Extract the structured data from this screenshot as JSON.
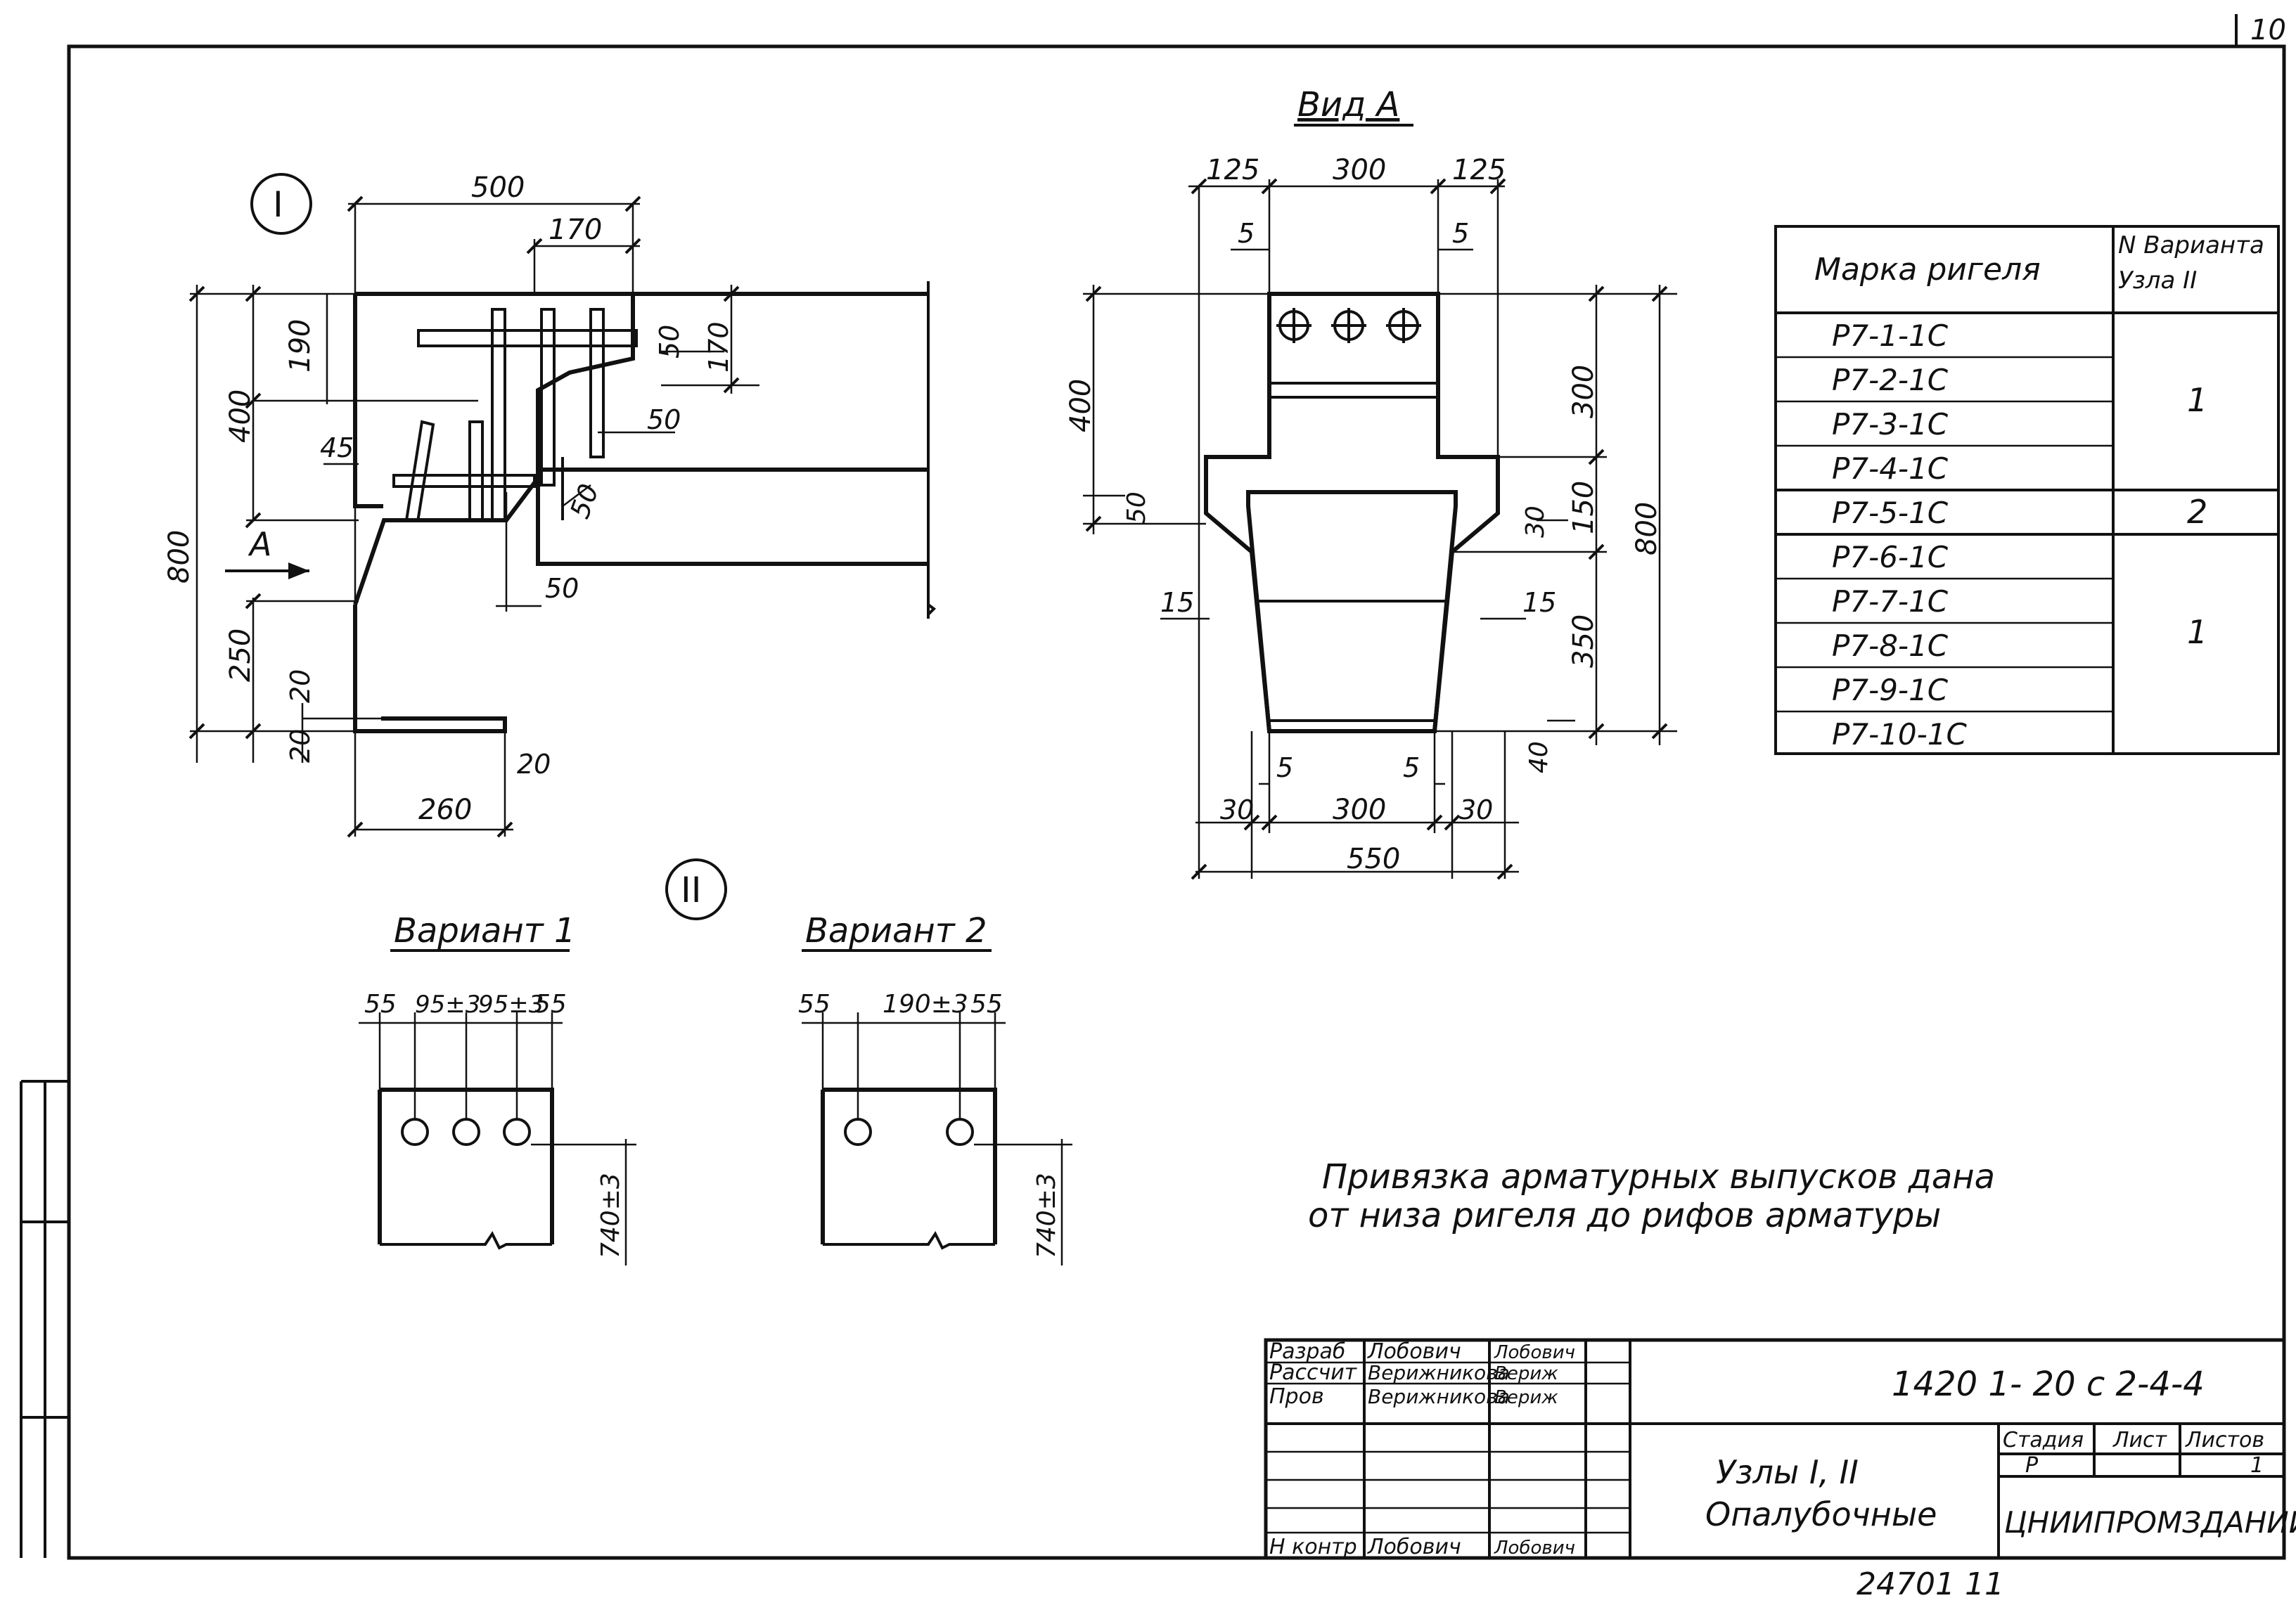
{
  "sheet_number": "10",
  "node_labels": {
    "node1": "I",
    "node2": "II"
  },
  "view_a_title": "Вид А",
  "view_arrow_label": "А",
  "node1_dims": {
    "d500": "500",
    "d170a": "170",
    "d190": "190",
    "d50a": "50",
    "d170b": "170",
    "d400": "400",
    "d50b": "50",
    "d45": "45",
    "d50c": "50",
    "d800": "800",
    "d50d": "50",
    "d250": "250",
    "d20a": "20",
    "d20b": "20",
    "d20c": "20",
    "d260": "260"
  },
  "view_a_dims": {
    "d125a": "125",
    "d300top": "300",
    "d125b": "125",
    "d5a": "5",
    "d5b": "5",
    "d400": "400",
    "d50": "50",
    "d15a": "15",
    "d300r": "300",
    "d150": "150",
    "d30a": "30",
    "d800": "800",
    "d15b": "15",
    "d350": "350",
    "d40": "40",
    "d5c": "5",
    "d5d": "5",
    "d30b": "30",
    "d300bot": "300",
    "d30c": "30",
    "d550": "550"
  },
  "variant1": {
    "title": "Вариант 1",
    "d55a": "55",
    "d95a": "95±3",
    "d95b": "95±3",
    "d55b": "55",
    "dh": "740±3"
  },
  "variant2": {
    "title": "Вариант 2",
    "d55a": "55",
    "d190": "190±3",
    "d55b": "55",
    "dh": "740±3"
  },
  "table": {
    "col1_header": "Марка ригеля",
    "col2_header_line1": "N Варианта",
    "col2_header_line2": "Узла II",
    "rows": [
      "Р7-1-1С",
      "Р7-2-1С",
      "Р7-3-1С",
      "Р7-4-1С",
      "Р7-5-1С",
      "Р7-6-1С",
      "Р7-7-1С",
      "Р7-8-1С",
      "Р7-9-1С",
      "Р7-10-1С"
    ],
    "groups": [
      "1",
      "2",
      "1"
    ]
  },
  "note": {
    "line1": "Привязка арматурных выпусков дана",
    "line2": "от низа ригеля до рифов арматуры"
  },
  "title_block": {
    "roles": [
      "Разраб",
      "Рассчит",
      "Пров",
      "Н контр"
    ],
    "names": [
      "Лобович",
      "Верижникова",
      "Верижникова",
      "Лобович"
    ],
    "signatures": [
      "Лобович",
      "Вериж",
      "Вериж",
      "Лобович"
    ],
    "code": "1420 1- 20 с 2-4-4",
    "drawing_title_line1": "Узлы I, II",
    "drawing_title_line2": "Опалубочные",
    "stage_header": "Стадия",
    "sheet_header": "Лист",
    "sheets_header": "Листов",
    "stage_value": "Р",
    "sheets_value": "1",
    "organization": "ЦНИИПРОМЗДАНИЙ"
  },
  "footer_number": "24701 11"
}
